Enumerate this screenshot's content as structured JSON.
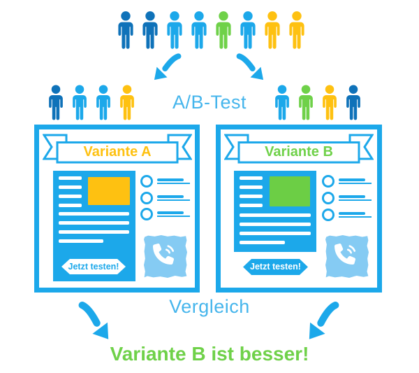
{
  "labels": {
    "ab_test": "A/B-Test",
    "vergleich": "Vergleich",
    "result": "Variante B ist besser!"
  },
  "colors": {
    "blue": "#1CA8EA",
    "dark_blue": "#0F72B9",
    "green": "#6FD149",
    "green_box": "#6CCE45",
    "yellow": "#FEC111",
    "yellow_box": "#FEC111",
    "light_blue_box": "#85CBF3",
    "label_blue": "#45B5EC"
  },
  "audience": {
    "top_row": [
      "dark_blue",
      "dark_blue",
      "blue",
      "blue",
      "green",
      "blue",
      "yellow",
      "yellow"
    ],
    "group_a": [
      "dark_blue",
      "blue",
      "blue",
      "yellow"
    ],
    "group_b": [
      "blue",
      "green",
      "yellow",
      "dark_blue"
    ]
  },
  "variant_a": {
    "title": "Variante A",
    "title_color": "yellow",
    "image_color": "yellow_box",
    "button_label": "Jetzt testen!"
  },
  "variant_b": {
    "title": "Variante B",
    "title_color": "green",
    "image_color": "green_box",
    "button_label": "Jetzt testen!"
  },
  "icons": {
    "person": "person-icon",
    "arrow": "arrow-icon",
    "phone": "phone-call-icon"
  }
}
